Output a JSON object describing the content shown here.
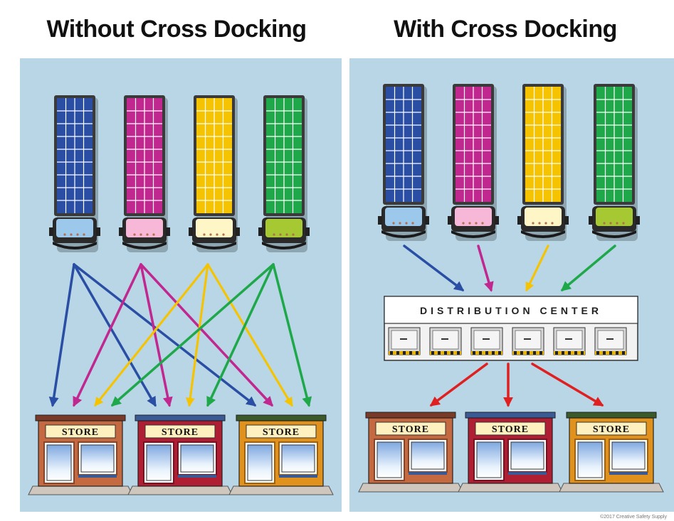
{
  "left_title": "Without Cross Docking",
  "right_title": "With Cross Docking",
  "distribution_center": "DISTRIBUTION CENTER",
  "store_label": "STORE",
  "copyright": "©2017 Creative Safety Supply",
  "colors": {
    "panel_bg": "#b8d6e6",
    "blue": "#2a4ea4",
    "magenta": "#c02890",
    "yellow": "#f6c300",
    "green": "#1fa84a",
    "red": "#e02020",
    "store_brown": "#c56a40",
    "store_red": "#b01e34",
    "store_orange": "#e0921c"
  },
  "trucks": [
    {
      "color": "blue",
      "cab": "#9cc8ec"
    },
    {
      "color": "magenta",
      "cab": "#f6b8d6"
    },
    {
      "color": "yellow",
      "cab": "#fff6c8"
    },
    {
      "color": "green",
      "cab": "#a6c832"
    }
  ],
  "stores": [
    {
      "style": "brown"
    },
    {
      "style": "red"
    },
    {
      "style": "orange"
    }
  ]
}
